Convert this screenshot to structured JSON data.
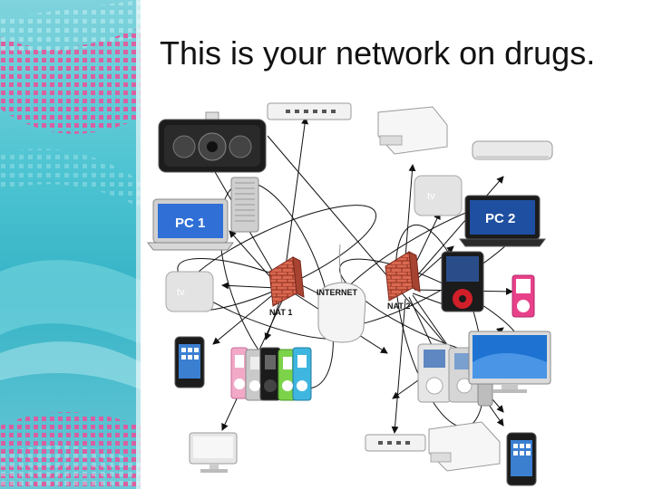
{
  "slide": {
    "title": "This is your network on drugs."
  },
  "diagram": {
    "labels": {
      "pc1": "PC 1",
      "pc2": "PC 2",
      "internet": "INTERNET",
      "nat1": "NAT 1",
      "nat2": "NAT 2",
      "appletv": "tv"
    },
    "colors": {
      "accent_sidebar": "#35b3c6",
      "accent_pink": "#e8418a",
      "firewall": "#c8503c",
      "line": "#111111"
    }
  }
}
